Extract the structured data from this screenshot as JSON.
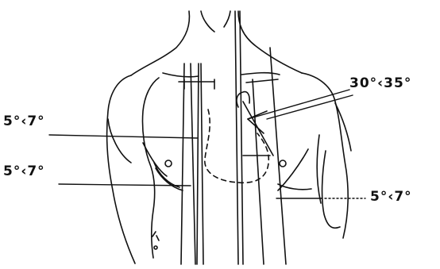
{
  "annotations": {
    "upper_left": "5°‹7°",
    "middle_left": "5°‹7°",
    "upper_right": "30°‹35°",
    "lower_right": "5°‹7°"
  }
}
